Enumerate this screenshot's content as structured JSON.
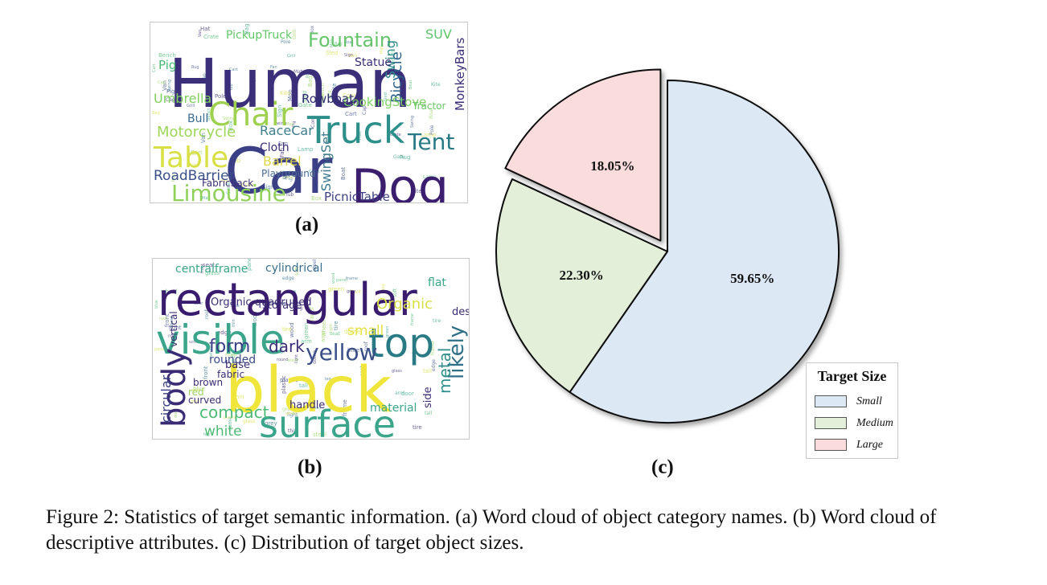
{
  "wordcloud_a": {
    "words": [
      "Human",
      "Car",
      "Dog",
      "Truck",
      "Chair",
      "Table",
      "Limousine",
      "Fountain",
      "Tent",
      "Motorcycle",
      "RoadBarrier",
      "PicnicTable",
      "Bicycle",
      "SUV",
      "PickupTruck",
      "Umbrella",
      "Bull",
      "Pig",
      "Swing",
      "CookingStove",
      "Rowboat",
      "RaceCar",
      "Cloth",
      "Barrel",
      "SwingSet",
      "MonkeyBars",
      "Statue",
      "Playground",
      "FabricSack",
      "Tractor"
    ]
  },
  "wordcloud_b": {
    "words": [
      "rectangular",
      "visible",
      "top",
      "black",
      "surface",
      "body",
      "yellow",
      "form",
      "dark",
      "Organic",
      "small",
      "likely",
      "metal",
      "compact",
      "white",
      "circular",
      "cylindrical",
      "centralframe",
      "Organic quadruped",
      "storage",
      "rounded",
      "base",
      "fabric",
      "brown",
      "red",
      "curved",
      "handle",
      "material",
      "vertical",
      "side",
      "design",
      "flat"
    ]
  },
  "labels": {
    "a": "(a)",
    "b": "(b)",
    "c": "(c)"
  },
  "chart_data": {
    "type": "pie",
    "series": [
      {
        "name": "Small",
        "value": 59.65,
        "label": "59.65%",
        "color": "#dde8f5"
      },
      {
        "name": "Medium",
        "value": 22.3,
        "label": "22.30%",
        "color": "#e3efd9"
      },
      {
        "name": "Large",
        "value": 18.05,
        "label": "18.05%",
        "color": "#fadcdc",
        "exploded": true
      }
    ],
    "legend": {
      "title": "Target Size",
      "position": "bottom-right"
    }
  },
  "caption": "Figure 2: Statistics of target semantic information. (a) Word cloud of object category names. (b) Word cloud of descriptive attributes. (c) Distribution of target object sizes."
}
